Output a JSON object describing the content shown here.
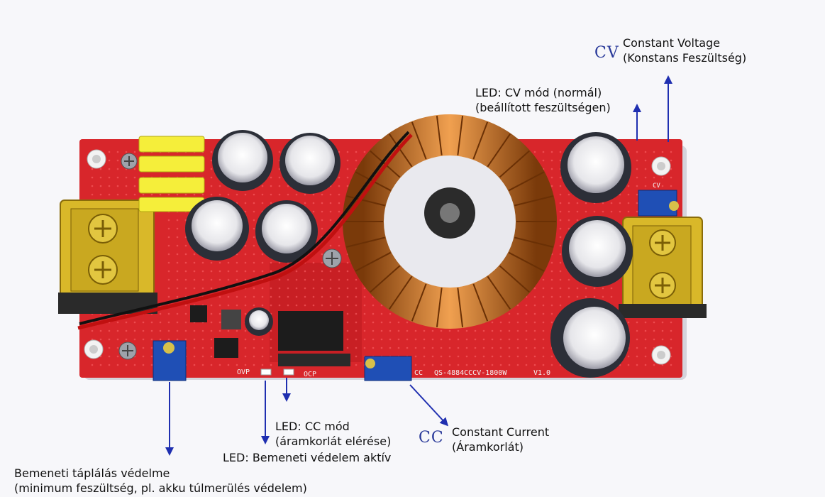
{
  "labels": {
    "cv_tag": "CV",
    "cv_line1": "Constant Voltage",
    "cv_line2": "(Konstans Feszültség)",
    "led_cv_line1": "LED: CV mód (normál)",
    "led_cv_line2": "(beállított feszültségen)",
    "led_cc_line1": "LED: CC mód",
    "led_cc_line2": "(áramkorlát elérése)",
    "led_input": "LED: Bemeneti védelem aktív",
    "cc_tag": "CC",
    "cc_line1": "Constant Current",
    "cc_line2": "(Áramkorlát)",
    "input_line1": "Bemeneti táplálás védelme",
    "input_line2": "(minimum feszültség, pl. akku túlmerülés védelem)"
  },
  "board_marks": {
    "ovp": "OVP",
    "ocp": "OCP",
    "cc": "CC",
    "model": "QS-4884CCCV-1800W",
    "version": "V1.0",
    "cv": "CV"
  },
  "colors": {
    "pcb": "#d8262b",
    "terminal": "#c9a820",
    "arrow": "#1f2fb0",
    "coil": "#c8701e"
  }
}
